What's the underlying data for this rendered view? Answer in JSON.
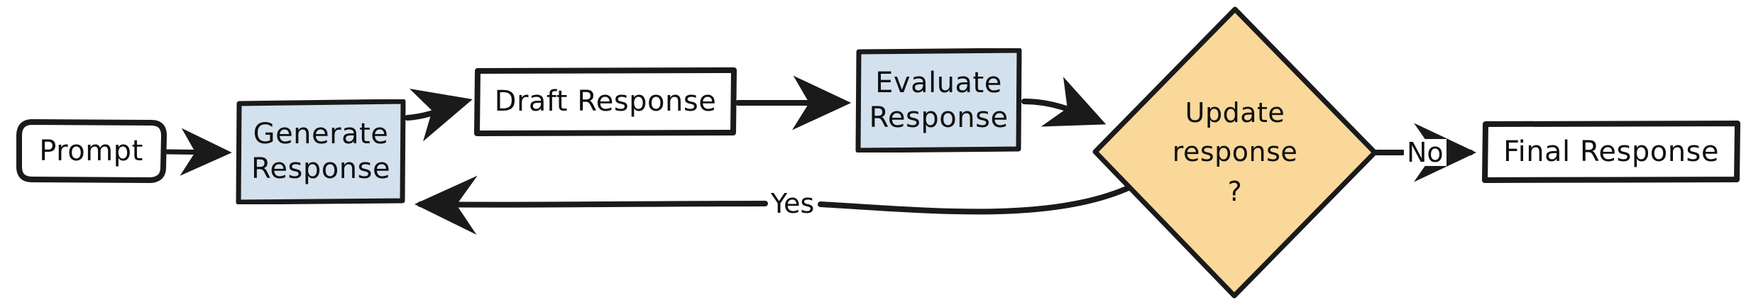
{
  "diagram": {
    "type": "flowchart",
    "title": "LLM response generation and evaluation loop",
    "background_color": "#ffffff",
    "style": "hand-drawn",
    "colors": {
      "stroke": "#1a1a1a",
      "process_fill": "#d3e1ee",
      "decision_fill": "#f9d89a",
      "plain_fill": "#ffffff",
      "text": "#101010"
    },
    "nodes": [
      {
        "id": "prompt",
        "label": "Prompt",
        "shape": "rounded-rectangle",
        "fill": "#ffffff"
      },
      {
        "id": "generate",
        "label": "Generate\nResponse",
        "shape": "rectangle",
        "fill": "#d3e1ee"
      },
      {
        "id": "draft",
        "label": "Draft Response",
        "shape": "rectangle",
        "fill": "#ffffff"
      },
      {
        "id": "evaluate",
        "label": "Evaluate\nResponse",
        "shape": "rectangle",
        "fill": "#d3e1ee"
      },
      {
        "id": "update",
        "label": "Update\nresponse\n?",
        "shape": "diamond",
        "fill": "#f9d89a"
      },
      {
        "id": "final",
        "label": "Final Response",
        "shape": "rectangle",
        "fill": "#ffffff"
      }
    ],
    "edges": [
      {
        "from": "prompt",
        "to": "generate",
        "label": ""
      },
      {
        "from": "generate",
        "to": "draft",
        "label": ""
      },
      {
        "from": "draft",
        "to": "evaluate",
        "label": ""
      },
      {
        "from": "evaluate",
        "to": "update",
        "label": ""
      },
      {
        "from": "update",
        "to": "final",
        "label": "No"
      },
      {
        "from": "update",
        "to": "generate",
        "label": "Yes"
      }
    ],
    "edge_labels": {
      "yes": "Yes",
      "no": "No"
    }
  }
}
